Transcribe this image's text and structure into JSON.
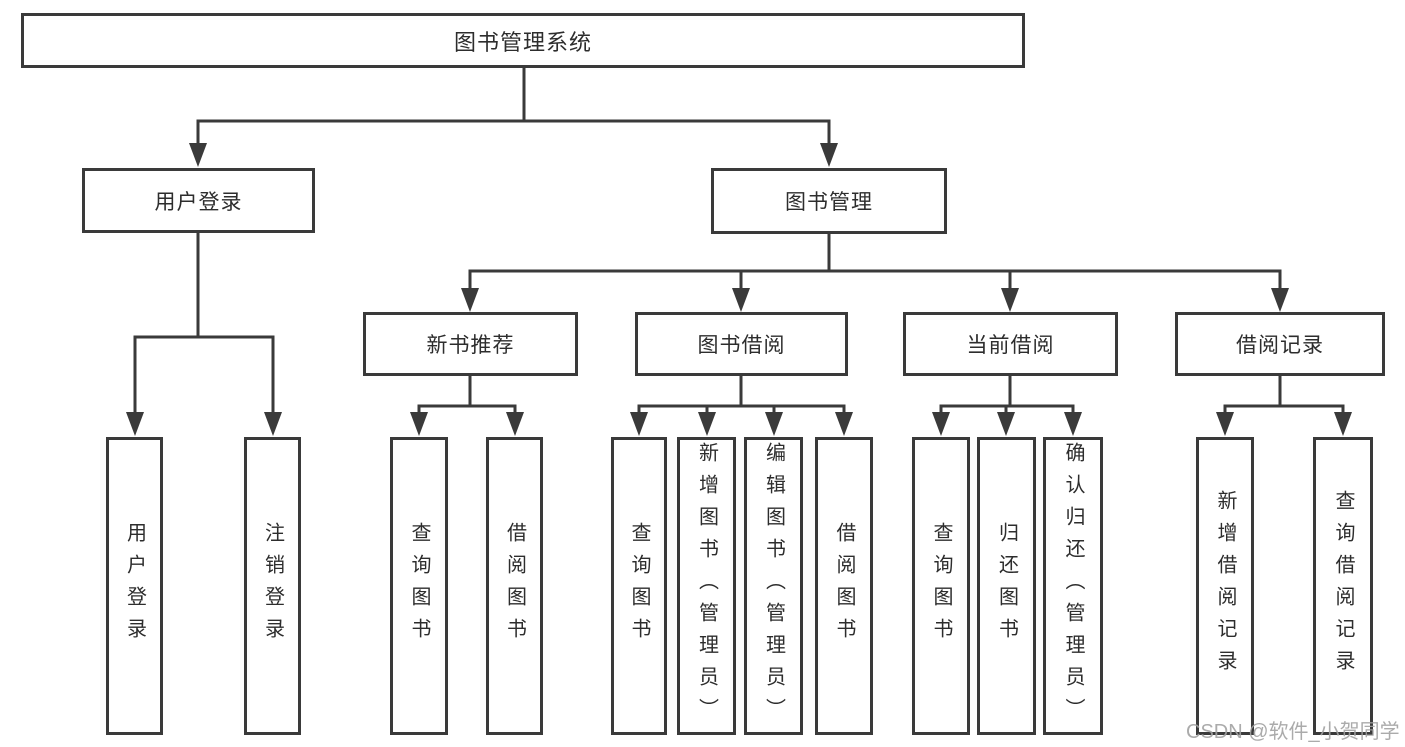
{
  "diagram": {
    "tree": {
      "label": "图书管理系统",
      "children": [
        {
          "label": "用户登录",
          "children": [
            {
              "label": "用户登录"
            },
            {
              "label": "注销登录"
            }
          ]
        },
        {
          "label": "图书管理",
          "children": [
            {
              "label": "新书推荐",
              "children": [
                {
                  "label": "查询图书"
                },
                {
                  "label": "借阅图书"
                }
              ]
            },
            {
              "label": "图书借阅",
              "children": [
                {
                  "label": "查询图书"
                },
                {
                  "label": "新增图书（管理员）"
                },
                {
                  "label": "编辑图书（管理员）"
                },
                {
                  "label": "借阅图书"
                }
              ]
            },
            {
              "label": "当前借阅",
              "children": [
                {
                  "label": "查询图书"
                },
                {
                  "label": "归还图书"
                },
                {
                  "label": "确认归还（管理员）"
                }
              ]
            },
            {
              "label": "借阅记录",
              "children": [
                {
                  "label": "新增借阅记录"
                },
                {
                  "label": "查询借阅记录"
                }
              ]
            }
          ]
        }
      ]
    },
    "colors": {
      "line": "#3a3a3a",
      "box_border": "#3a3a3a",
      "text": "#2d2d2d",
      "background": "#ffffff",
      "watermark": "#a2a2a2"
    }
  },
  "watermark": {
    "text": "CSDN @软件_小贺同学"
  }
}
